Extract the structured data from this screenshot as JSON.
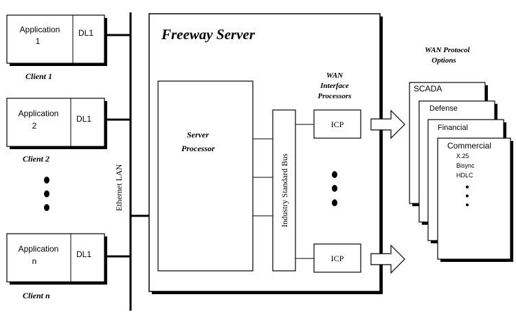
{
  "clients": [
    {
      "app_line1": "Application",
      "app_line2": "1",
      "dl": "DL1",
      "label": "Client 1"
    },
    {
      "app_line1": "Application",
      "app_line2": "2",
      "dl": "DL1",
      "label": "Client 2"
    },
    {
      "app_line1": "Application",
      "app_line2": "n",
      "dl": "DL1",
      "label": "Client n"
    }
  ],
  "lan_label": "Ethernet LAN",
  "server": {
    "title": "Freeway Server",
    "processor_line1": "Server",
    "processor_line2": "Processor",
    "bus_label": "Industry Standard Bus",
    "wan_line1": "WAN",
    "wan_line2": "Interface",
    "wan_line3": "Processors",
    "icp_top": "ICP",
    "icp_bottom": "ICP"
  },
  "protocols": {
    "title_line1": "WAN Protocol",
    "title_line2": "Options",
    "cards": [
      "SCADA",
      "Defense",
      "Financial",
      "Commercial"
    ],
    "commercial_items": [
      "X.25",
      "Bisync",
      "HDLC"
    ]
  }
}
